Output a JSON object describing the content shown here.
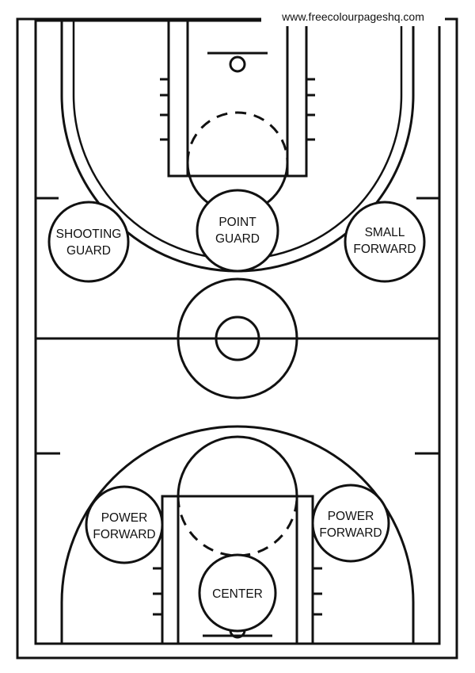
{
  "watermark": "www.freecolourpageshq.com",
  "positions": {
    "shooting_guard": [
      "SHOOTING",
      "GUARD"
    ],
    "point_guard": [
      "POINT",
      "GUARD"
    ],
    "small_forward": [
      "SMALL",
      "FORWARD"
    ],
    "power_forward_left": [
      "POWER",
      "FORWARD"
    ],
    "power_forward_right": [
      "POWER",
      "FORWARD"
    ],
    "center": [
      "CENTER"
    ]
  },
  "colors": {
    "line": "#111111",
    "background": "#ffffff"
  }
}
